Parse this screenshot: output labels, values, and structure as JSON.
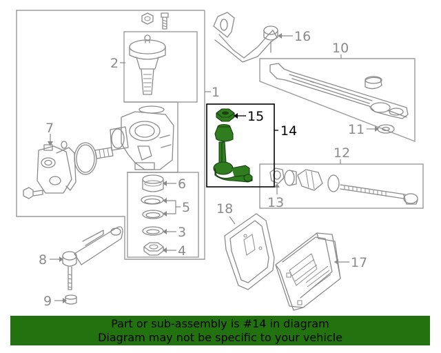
{
  "callouts": {
    "c1": "1",
    "c2": "2",
    "c3": "3",
    "c4": "4",
    "c5": "5",
    "c6": "6",
    "c7": "7",
    "c8": "8",
    "c9": "9",
    "c10": "10",
    "c11": "11",
    "c12": "12",
    "c13": "13",
    "c14": "14",
    "c15": "15",
    "c16": "16",
    "c17": "17",
    "c18": "18"
  },
  "highlight": {
    "part_number": "14",
    "color": "#2f7d1f"
  },
  "banner": {
    "line1": "Part or sub-assembly is #14 in diagram",
    "line2": "Diagram may not be specific to your vehicle",
    "color": "#22730f"
  }
}
